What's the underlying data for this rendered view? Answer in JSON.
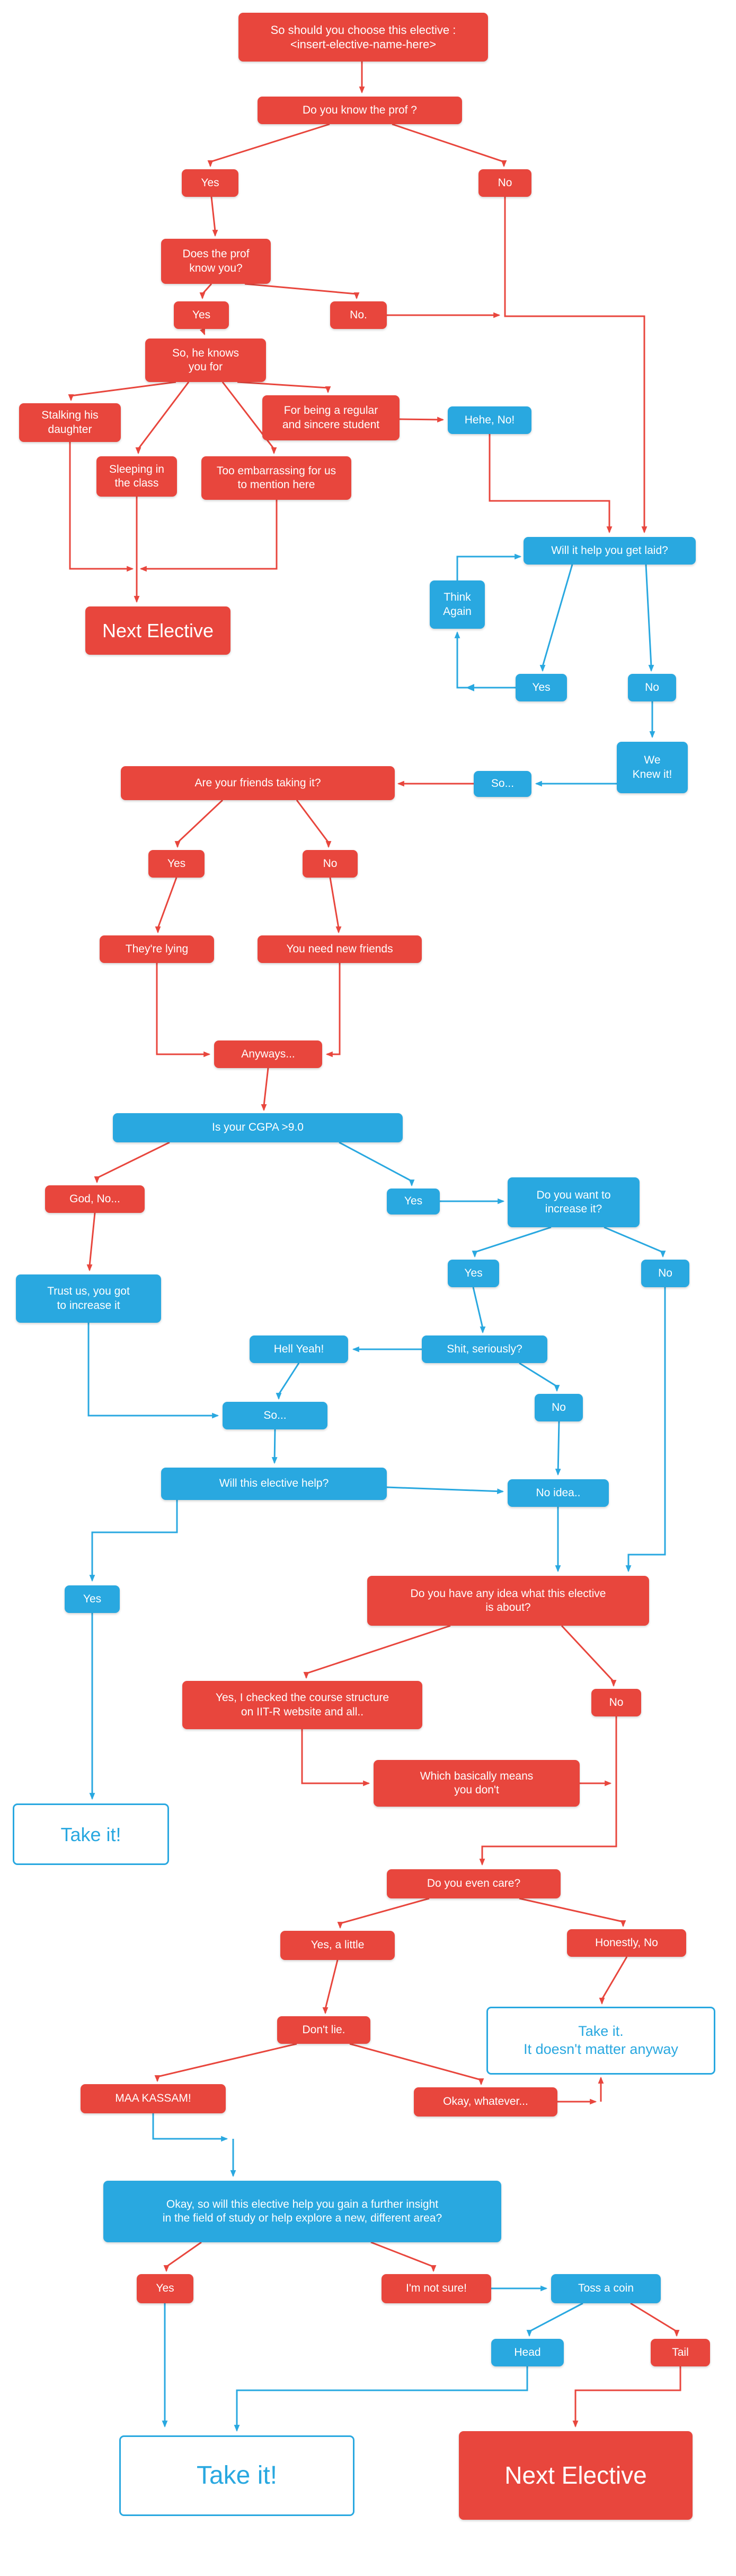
{
  "colors": {
    "red": "#e8463d",
    "blue": "#29a8e0",
    "background": "#ffffff"
  },
  "nodes": {
    "q_title": "So should you choose this elective :\n<insert-elective-name-here>",
    "q_know_prof": "Do you know the prof ?",
    "know_prof_yes": "Yes",
    "know_prof_no": "No",
    "q_prof_know_you": "Does the prof\nknow you?",
    "prof_know_yes": "Yes",
    "prof_know_no": "No.",
    "knows_you_for": "So, he knows\nyou for",
    "stalking": "Stalking his\ndaughter",
    "regular": "For being a regular\nand sincere student",
    "hehe_no": "Hehe, No!",
    "sleeping": "Sleeping in\nthe class",
    "embarrassing": "Too embarrassing for us\nto mention here",
    "laid": "Will it help you get laid?",
    "think_again": "Think\nAgain",
    "next_elective_1": "Next Elective",
    "laid_yes": "Yes",
    "laid_no": "No",
    "we_knew": "We\nKnew it!",
    "so_1": "So...",
    "q_friends": "Are your friends taking it?",
    "friends_yes": "Yes",
    "friends_no": "No",
    "lying": "They're lying",
    "new_friends": "You need new friends",
    "anyways": "Anyways...",
    "q_cgpa": "Is your CGPA >9.0",
    "god_no": "God, No...",
    "cgpa_yes": "Yes",
    "q_increase": "Do you want to\nincrease it?",
    "trust_us": "Trust us, you got\nto increase it",
    "increase_yes": "Yes",
    "increase_no": "No",
    "hell_yeah": "Hell Yeah!",
    "shit_seriously": "Shit, seriously?",
    "shit_no": "No",
    "so_2": "So...",
    "q_help": "Will this elective help?",
    "no_idea": "No idea..",
    "help_yes": "Yes",
    "q_idea": "Do you have any idea what this elective\nis about?",
    "checked": "Yes, I checked the course structure\non IIT-R website and all..",
    "idea_no": "No",
    "basically": "Which basically means\nyou don't",
    "take_it_1": "Take it!",
    "q_care": "Do you even care?",
    "care_little": "Yes, a little",
    "care_no": "Honestly, No",
    "dont_lie": "Don't lie.",
    "take_it_2": "Take it.\nIt doesn't matter anyway",
    "maa_kassam": "MAA KASSAM!",
    "okay_whatever": "Okay, whatever...",
    "q_insight": "Okay, so will this elective help you gain a further insight\nin the field of study or help explore a new, different area?",
    "insight_yes": "Yes",
    "not_sure": "I'm not sure!",
    "toss_coin": "Toss a coin",
    "head": "Head",
    "tail": "Tail",
    "take_it_3": "Take it!",
    "next_elective_2": "Next Elective"
  }
}
